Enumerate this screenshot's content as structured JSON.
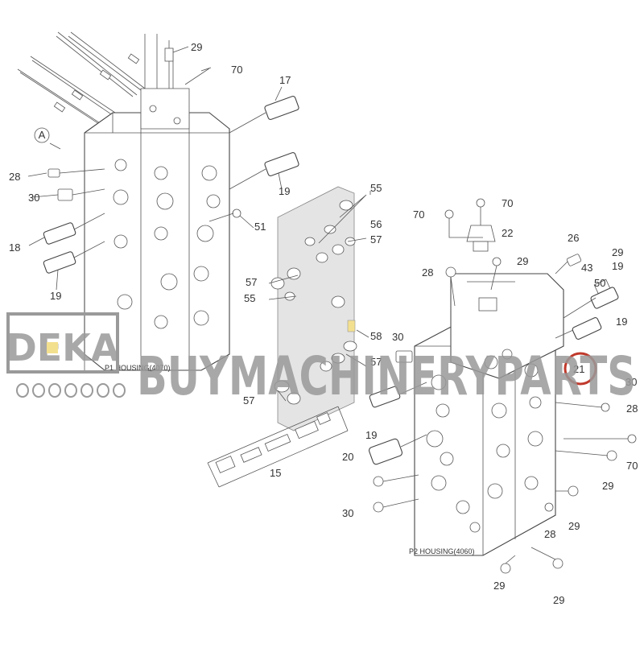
{
  "diagram": {
    "housing_captions": {
      "p1": "P1 HOUSING(4070)",
      "p2": "P2 HOUSING(4060)"
    },
    "section_marker": "A",
    "callouts": [
      "29",
      "70",
      "17",
      "19",
      "28",
      "30",
      "18",
      "19",
      "51",
      "55",
      "57",
      "55",
      "56",
      "57",
      "58",
      "57",
      "57",
      "15",
      "70",
      "70",
      "22",
      "28",
      "29",
      "26",
      "29",
      "43",
      "50",
      "19",
      "19",
      "30",
      "21",
      "30",
      "19",
      "20",
      "28",
      "70",
      "30",
      "29",
      "28",
      "29",
      "29",
      "29"
    ],
    "highlighted_callout": "21",
    "highlight_color": "#c0392b",
    "watermark": {
      "brand": "BUYMACHINERYPARTS",
      "logo": "DEKA"
    }
  }
}
